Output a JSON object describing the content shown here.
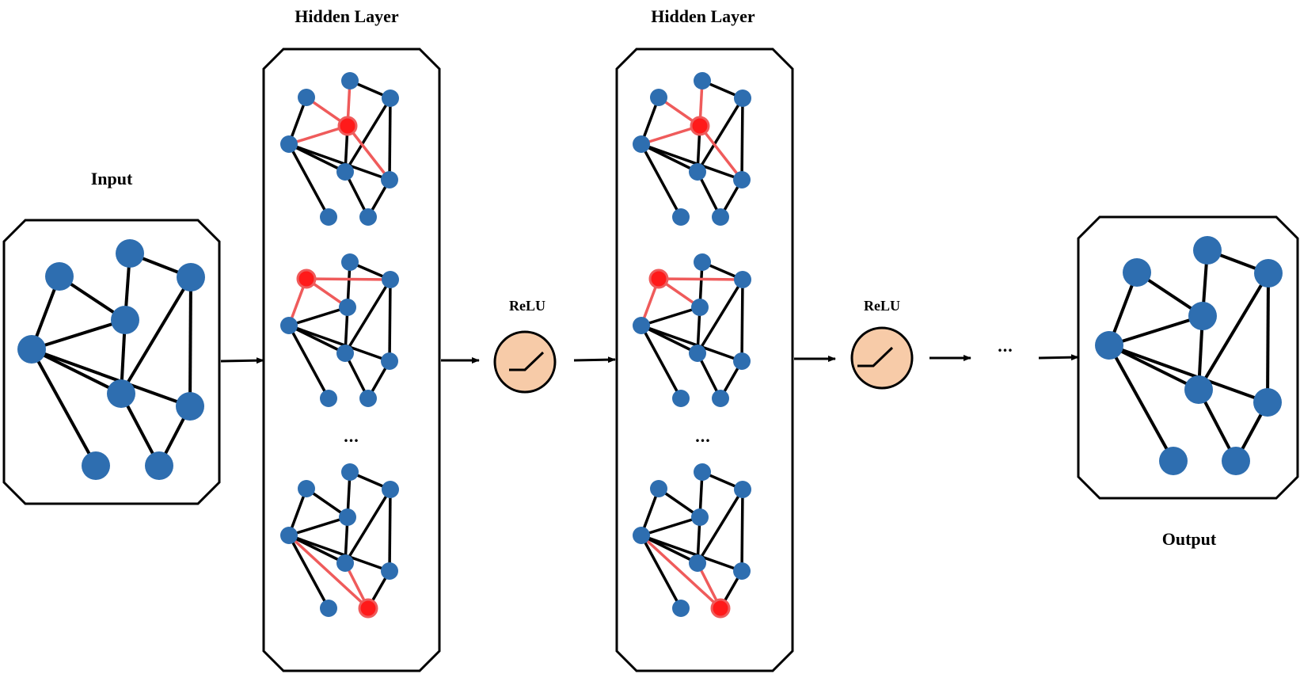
{
  "labels": {
    "input": "Input",
    "hidden1": "Hidden Layer",
    "hidden2": "Hidden Layer",
    "relu1": "ReLU",
    "relu2": "ReLU",
    "output": "Output",
    "ellipsis_hidden1": "...",
    "ellipsis_hidden2": "...",
    "ellipsis_flow": "..."
  },
  "colors": {
    "node": "#2e6eb0",
    "highlight_node": "#ff1a1a",
    "highlight_edge": "#ef5b5b",
    "edge": "#000000",
    "relu_fill": "#f7cba8"
  },
  "graph": {
    "nodes": [
      "n1",
      "n2",
      "n3",
      "n4",
      "n5",
      "n6",
      "n7",
      "n8",
      "n9"
    ],
    "edges": [
      [
        "n1",
        "n4"
      ],
      [
        "n1",
        "n5"
      ],
      [
        "n4",
        "n5"
      ],
      [
        "n4",
        "n2"
      ],
      [
        "n4",
        "n6"
      ],
      [
        "n2",
        "n3"
      ],
      [
        "n3",
        "n6"
      ],
      [
        "n3",
        "n7"
      ],
      [
        "n5",
        "n6"
      ],
      [
        "n5",
        "n7"
      ],
      [
        "n5",
        "n8"
      ],
      [
        "n6",
        "n9"
      ],
      [
        "n7",
        "n9"
      ]
    ]
  },
  "hidden_graph_highlights": [
    {
      "center": "n4",
      "edges": [
        [
          "n4",
          "n1"
        ],
        [
          "n4",
          "n2"
        ],
        [
          "n4",
          "n5"
        ],
        [
          "n4",
          "n7"
        ]
      ]
    },
    {
      "center": "n1",
      "edges": [
        [
          "n1",
          "n3"
        ],
        [
          "n1",
          "n4"
        ],
        [
          "n1",
          "n5"
        ]
      ]
    },
    {
      "center": "n9",
      "edges": [
        [
          "n9",
          "n5"
        ],
        [
          "n9",
          "n6"
        ]
      ]
    }
  ]
}
